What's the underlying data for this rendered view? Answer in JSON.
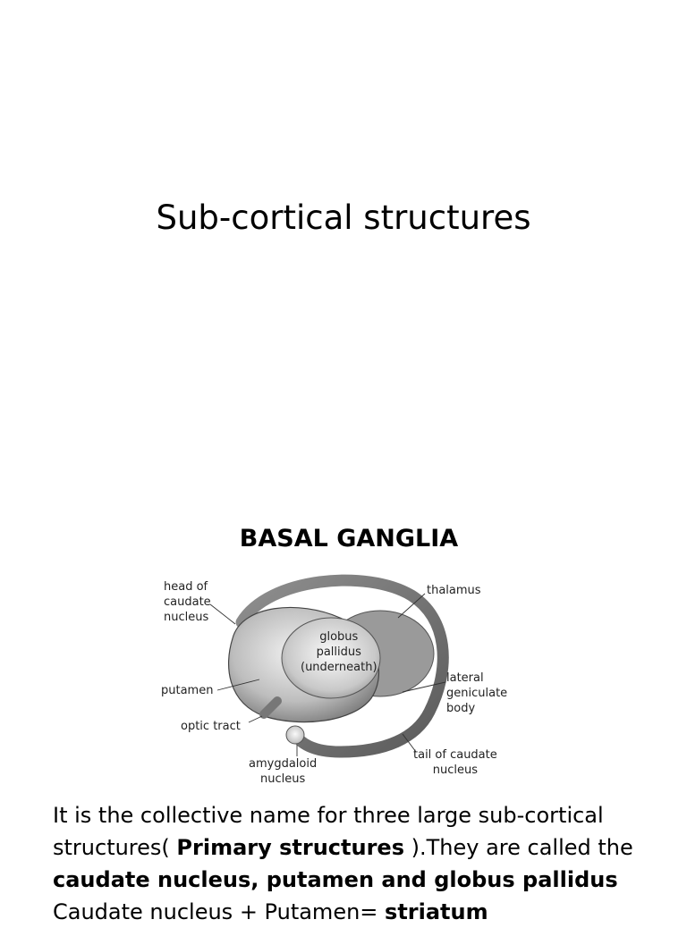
{
  "slide": {
    "title": "Sub-cortical structures"
  },
  "section": {
    "heading": "BASAL GANGLIA"
  },
  "figure": {
    "labels": {
      "head_of_caudate": "head of\ncaudate\nnucleus",
      "thalamus": "thalamus",
      "globus_pallidus": "globus\npallidus\n(underneath)",
      "putamen": "putamen",
      "lateral_geniculate": "lateral\ngeniculate\nbody",
      "optic_tract": "optic tract",
      "tail_of_caudate": "tail of caudate\nnucleus",
      "amygdaloid": "amygdaloid\nnucleus"
    }
  },
  "body": {
    "line1": "It is the collective name for three large sub-cortical",
    "line2_pre": "structures( ",
    "line2_bold": "Primary structures",
    "line2_post": " ).They are called the",
    "line3_bold": "caudate nucleus, putamen and globus pallidus",
    "line4_pre": "Caudate nucleus + Putamen= ",
    "line4_bold": "striatum"
  }
}
